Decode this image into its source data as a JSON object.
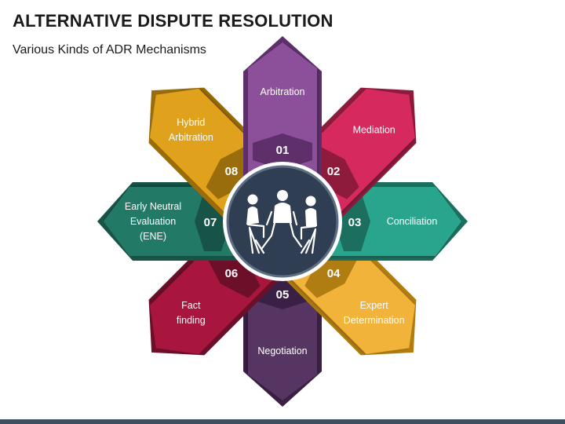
{
  "title": "ALTERNATIVE DISPUTE RESOLUTION",
  "subtitle": "Various Kinds of ADR Mechanisms",
  "center": {
    "icon": "meeting-people-icon",
    "color": "#2f3e52"
  },
  "mechanisms": [
    {
      "number": "01",
      "label_lines": [
        "Arbitration"
      ],
      "color": "#8c4f9a",
      "dark": "#5e2f6b"
    },
    {
      "number": "02",
      "label_lines": [
        "Mediation"
      ],
      "color": "#d62a5e",
      "dark": "#8e1a3c"
    },
    {
      "number": "03",
      "label_lines": [
        "Conciliation"
      ],
      "color": "#2ca58d",
      "dark": "#1c6e5e"
    },
    {
      "number": "04",
      "label_lines": [
        "Expert",
        "Determination"
      ],
      "color": "#f2b33a",
      "dark": "#b07d13"
    },
    {
      "number": "05",
      "label_lines": [
        "Negotiation"
      ],
      "color": "#563462",
      "dark": "#3a2044"
    },
    {
      "number": "06",
      "label_lines": [
        "Fact",
        "finding"
      ],
      "color": "#a8173e",
      "dark": "#6e0f29"
    },
    {
      "number": "07",
      "label_lines": [
        "Early Neutral",
        "Evaluation",
        "(ENE)"
      ],
      "color": "#237a66",
      "dark": "#175447"
    },
    {
      "number": "08",
      "label_lines": [
        "Hybrid",
        "Arbitration"
      ],
      "color": "#e0a21b",
      "dark": "#9a6d0c"
    }
  ]
}
